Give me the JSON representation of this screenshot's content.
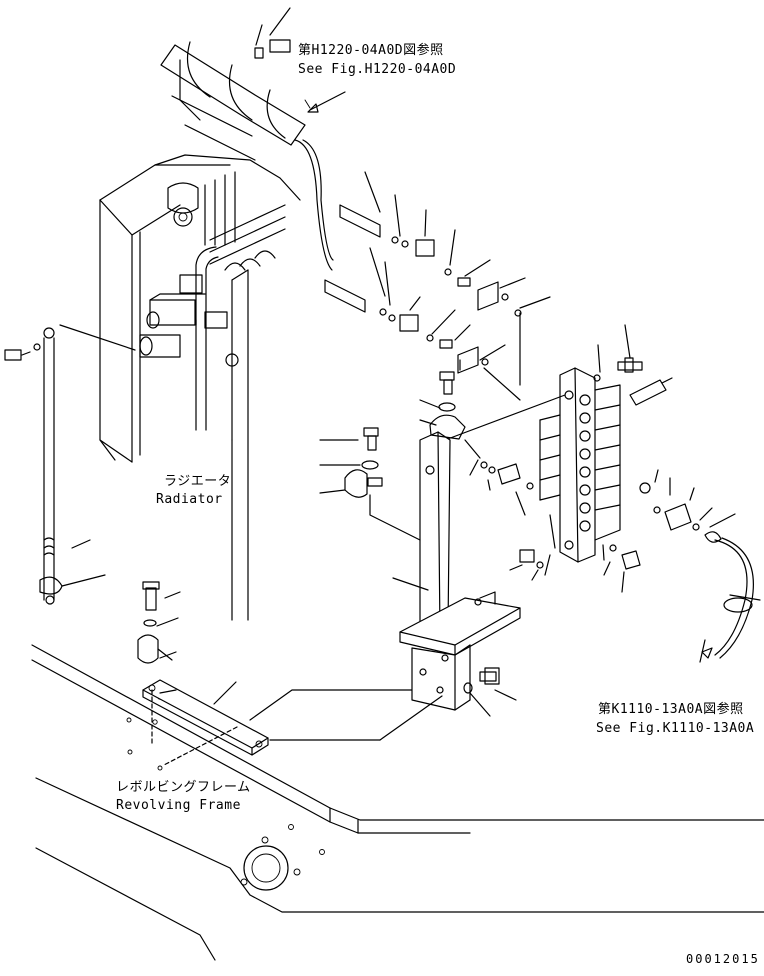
{
  "references": {
    "top_jp": "第H1220-04A0D図参照",
    "top_en": "See Fig.H1220-04A0D",
    "bottom_jp": "第K1110-13A0A図参照",
    "bottom_en": "See Fig.K1110-13A0A"
  },
  "components": {
    "radiator_jp": "ラジエータ",
    "radiator_en": "Radiator",
    "frame_jp": "レボルビングフレーム",
    "frame_en": "Revolving Frame"
  },
  "figure_number": "00012015"
}
